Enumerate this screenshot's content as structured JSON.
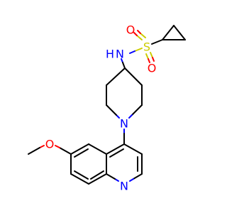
{
  "molecule": {
    "atoms": {
      "oxygen_top": "O",
      "oxygen_bottom": "O",
      "sulfur": "S",
      "amide_n": "N",
      "amide_h": "H",
      "piperidine_n": "N",
      "quinoline_n": "N",
      "methoxy_o": "O"
    },
    "colors": {
      "carbon_bond": "#000000",
      "oxygen": "#ff0000",
      "nitrogen": "#0000ff",
      "sulfur": "#cccc00"
    }
  }
}
